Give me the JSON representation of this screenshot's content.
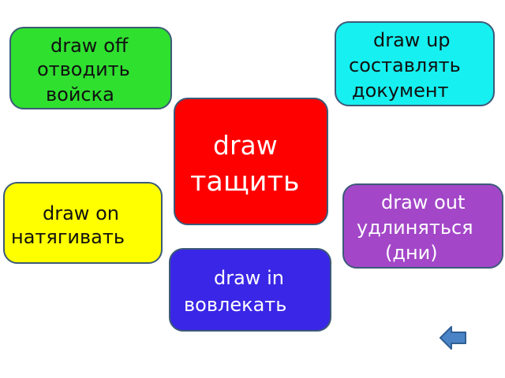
{
  "cards": {
    "draw_off": {
      "en": "draw off",
      "ru": "отводить",
      "ru2": "войска",
      "color": "#2fe02f"
    },
    "draw_up": {
      "en": "draw up",
      "ru": "составлять",
      "ru2": "документ",
      "color": "#16f0f0"
    },
    "draw": {
      "en": "draw",
      "ru": "тащить",
      "color": "#ff0000"
    },
    "draw_on": {
      "en": "draw on",
      "ru": "натягивать",
      "color": "#ffff00"
    },
    "draw_out": {
      "en": "draw out",
      "ru": "удлиняться",
      "ru2": "(дни)",
      "color": "#a347c8"
    },
    "draw_in": {
      "en": "draw in",
      "ru": "вовлекать",
      "color": "#3a26e6"
    }
  },
  "navigation": {
    "back_icon": "arrow-left-icon"
  }
}
